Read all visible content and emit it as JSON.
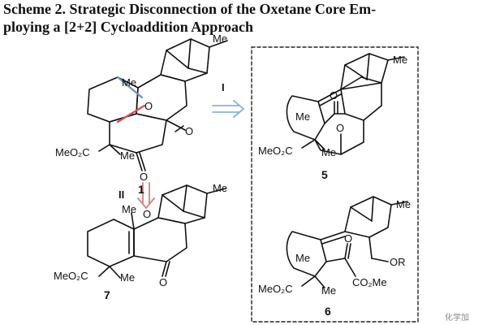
{
  "scheme": {
    "title_line1": "Scheme 2. Strategic Disconnection of the Oxetane Core Em-",
    "title_line2": "ploying a [2+2] Cycloaddition Approach"
  },
  "compounds": {
    "c1": {
      "number": "1",
      "labels": {
        "me_top": "Me",
        "me_axial": "Me",
        "me_bottom": "Me",
        "oxygen": "O",
        "ketone1": "O",
        "ketone2": "O",
        "ester": "MeO₂C"
      }
    },
    "c5": {
      "number": "5",
      "labels": {
        "me_top": "Me",
        "me_mid": "Me",
        "me_bottom": "Me",
        "ketone1": "O",
        "ketone2": "O",
        "ester": "MeO₂C"
      }
    },
    "c6": {
      "number": "6",
      "labels": {
        "me_top": "Me",
        "me_mid": "Me",
        "me_bottom": "Me",
        "ketone": "O",
        "ester2": "CO₂Me",
        "ether": "OR",
        "ester": "MeO₂C"
      }
    },
    "c7": {
      "number": "7",
      "labels": {
        "me_top": "Me",
        "me_mid": "Me",
        "me_bottom": "Me",
        "ketone1": "O",
        "ketone2": "O",
        "ester": "MeO₂C"
      }
    }
  },
  "steps": {
    "step1": "I",
    "step2": "II"
  },
  "colors": {
    "bond": "#111111",
    "arrow_blue": "#8fb0d6",
    "arrow_red": "#d98080",
    "highlight_blue": "#6f8fc8",
    "highlight_red": "#d05050",
    "dash_box": "#222222"
  },
  "watermark": "化学加"
}
